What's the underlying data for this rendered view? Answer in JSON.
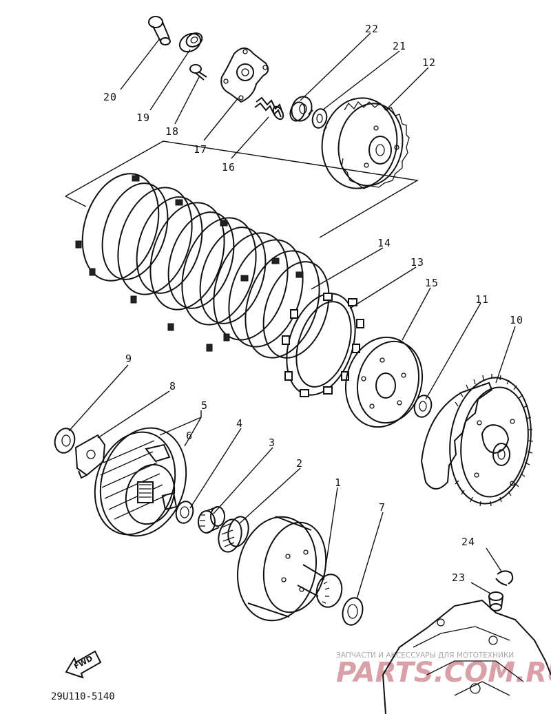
{
  "diagram": {
    "callouts": [
      "22",
      "21",
      "12",
      "20",
      "19",
      "18",
      "17",
      "16",
      "14",
      "13",
      "15",
      "11",
      "10",
      "9",
      "8",
      "5",
      "6",
      "4",
      "3",
      "2",
      "1",
      "7",
      "24",
      "23"
    ],
    "drawing_code": "29U110-5140",
    "direction_label": "FWD"
  },
  "watermark": {
    "caption": "ЗАПЧАСТИ И АКСЕССУАРЫ ДЛЯ МОТОТЕХНИКИ",
    "brand": "PARTS.COM.RU",
    "brand_color": "#d9a0a8"
  }
}
